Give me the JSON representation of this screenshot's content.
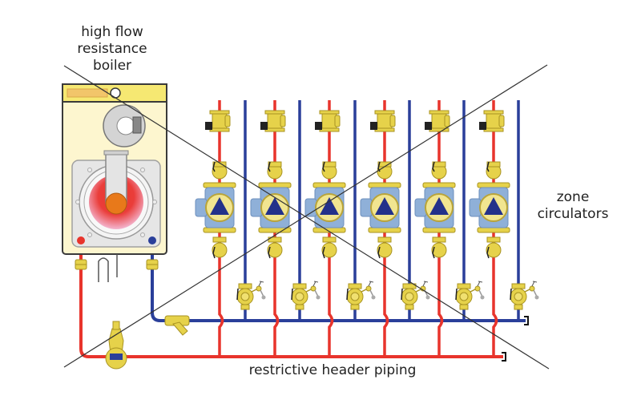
{
  "diagram": {
    "title": "Hydronic system with high flow resistance boiler and zone circulators (crossed out)",
    "labels": {
      "boiler": [
        "high flow",
        "resistance",
        "boiler"
      ],
      "zone_circulators": [
        "zone",
        "circulators"
      ],
      "header": "restrictive header piping"
    },
    "zone_count": 6,
    "crossed_out": true,
    "colors": {
      "supply_pipe": "#e8342c",
      "return_pipe": "#2a3f9a",
      "brass": "#e6d24a",
      "pump_body": "#8fb0d8",
      "pump_triangle": "#23318a",
      "boiler_cabinet": "#fdf6cf",
      "boiler_top": "#f6e872",
      "cross_line": "#333333"
    }
  }
}
